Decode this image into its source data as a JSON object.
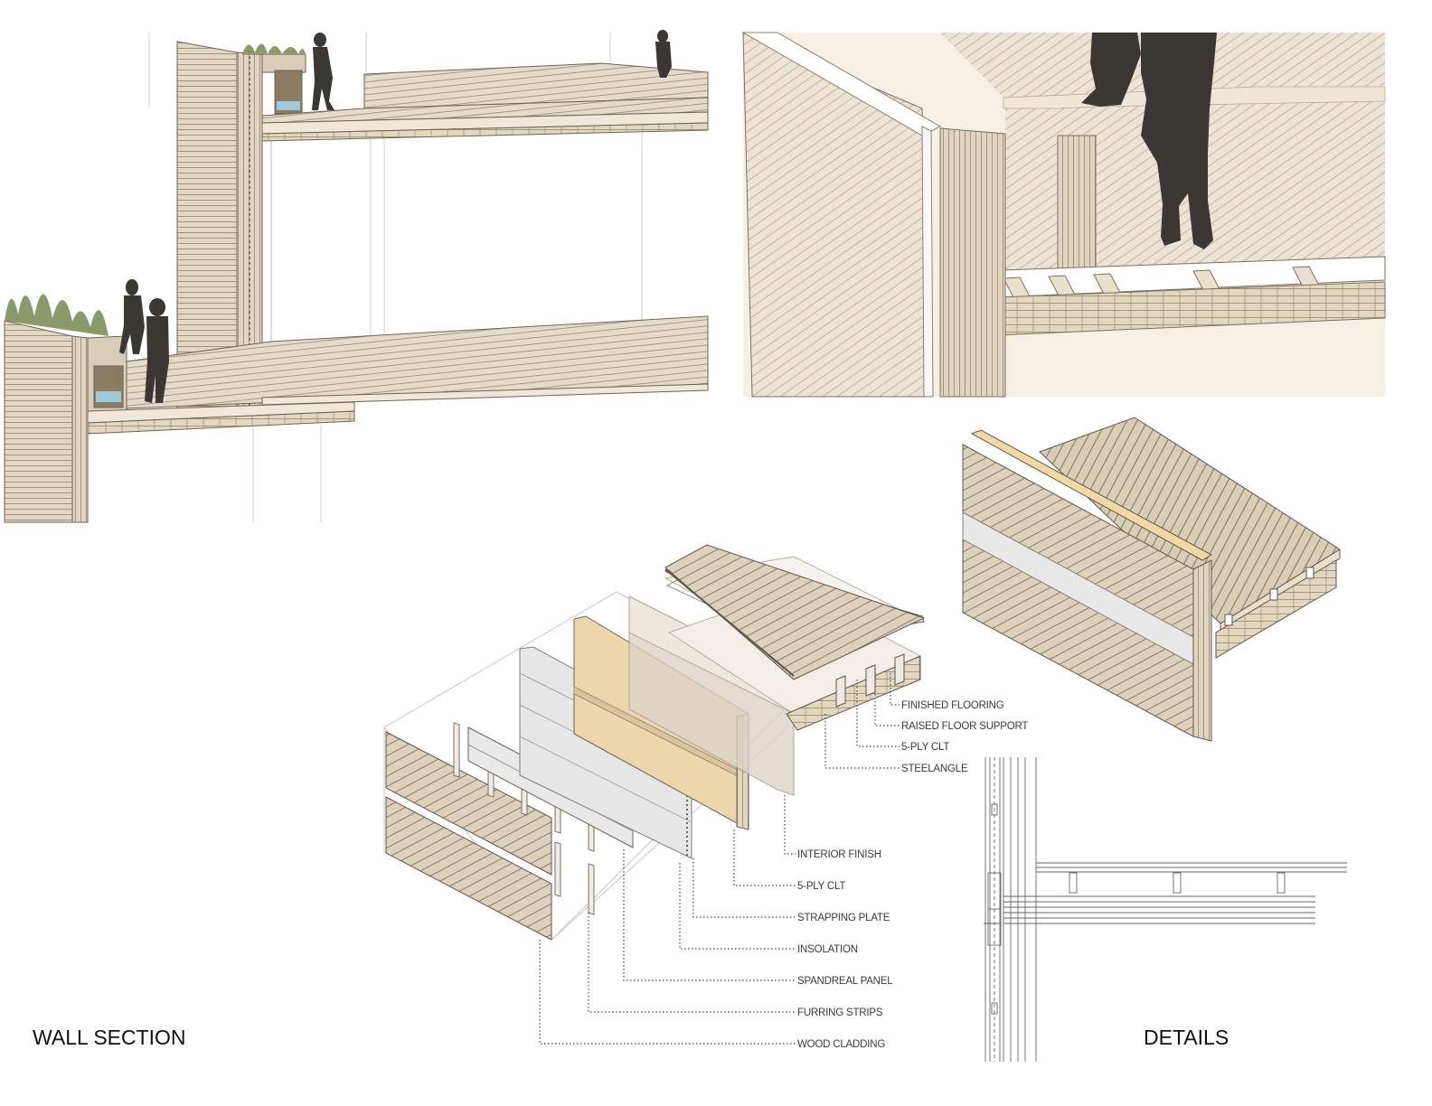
{
  "titles": {
    "wall_section": "WALL SECTION",
    "details": "DETAILS"
  },
  "floor_callouts": [
    {
      "id": "finished-flooring",
      "label": "FINISHED FLOORING"
    },
    {
      "id": "raised-floor-support",
      "label": "RAISED FLOOR SUPPORT"
    },
    {
      "id": "floor-clt",
      "label": "5-PLY CLT"
    },
    {
      "id": "steel-angle",
      "label": "STEELANGLE"
    }
  ],
  "wall_callouts": [
    {
      "id": "interior-finish",
      "label": "INTERIOR FINISH"
    },
    {
      "id": "wall-clt",
      "label": "5-PLY CLT"
    },
    {
      "id": "strapping-plate",
      "label": "STRAPPING PLATE"
    },
    {
      "id": "insolation",
      "label": "INSOLATION"
    },
    {
      "id": "spandreal-panel",
      "label": "SPANDREAL PANEL"
    },
    {
      "id": "furring-strips",
      "label": "FURRING STRIPS"
    },
    {
      "id": "wood-cladding",
      "label": "WOOD CLADDING"
    }
  ],
  "colors": {
    "wood_light": "#e7dcc8",
    "wood_mid": "#d6c8ae",
    "wood_dark": "#b9ab91",
    "clt_face": "#ead9b9",
    "insulation": "#ececec",
    "silhouette": "#3b3834",
    "grass": "#8a9a6a",
    "line": "#6d6558"
  }
}
